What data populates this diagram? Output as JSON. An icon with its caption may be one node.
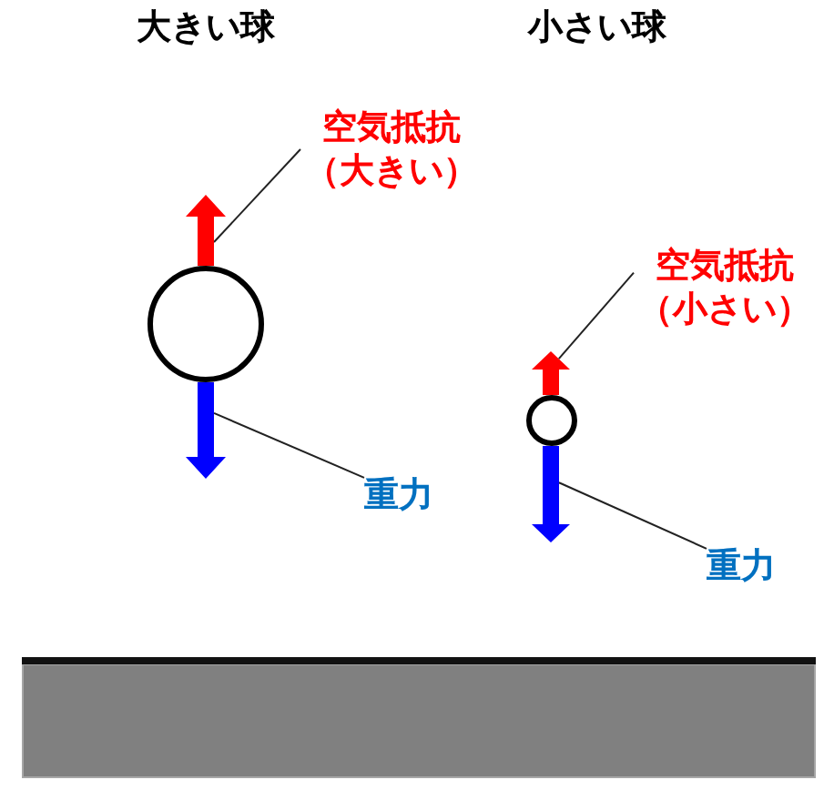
{
  "diagram": {
    "nodes": [
      {
        "text": [
          "空気抵抗（大きい）"
        ]
      },
      {
        "text": [],
        "shape": "arrow"
      },
      {
        "text": [],
        "shape": "circle"
      },
      {
        "text": [],
        "shape": "arrow"
      },
      {
        "text": [
          "重力"
        ]
      },
      {
        "text": [
          "空気抵抗（小さい）"
        ]
      },
      {
        "text": [],
        "shape": "arrow"
      },
      {
        "text": [],
        "shape": "circle"
      },
      {
        "text": [],
        "shape": "arrow"
      },
      {
        "text": [
          "重力"
        ]
      }
    ],
    "edges": [
      {
        "from": 0,
        "to": 1,
        "arrow": "none"
      },
      {
        "from": 4,
        "to": 3,
        "arrow": "none"
      },
      {
        "from": 5,
        "to": 6,
        "arrow": "none"
      },
      {
        "from": 9,
        "to": 8,
        "arrow": "none"
      }
    ],
    "labels": [
      "大きい球",
      "小さい球"
    ]
  }
}
